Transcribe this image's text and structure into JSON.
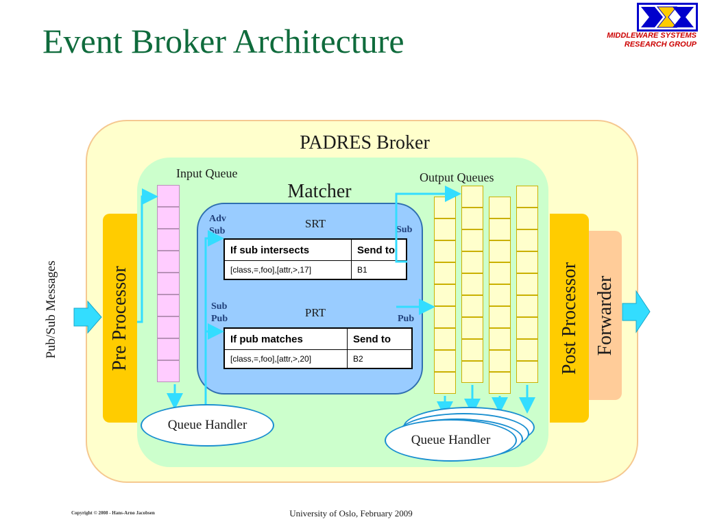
{
  "slide": {
    "title": "Event Broker Architecture",
    "logo": {
      "line1": "MIDDLEWARE SYSTEMS",
      "line2": "RESEARCH GROUP",
      "mark": "MSRG"
    },
    "footer_left": "Copyright © 2008 - Hans-Arno Jacobsen",
    "footer_center": "University of Oslo, February 2009"
  },
  "diagram": {
    "broker_label": "PADRES Broker",
    "input_queue": "Input Queue",
    "output_queues": "Output Queues",
    "matcher": "Matcher",
    "srt": "SRT",
    "prt": "PRT",
    "adv_sub": [
      "Adv",
      "Sub"
    ],
    "sub_pub": [
      "Sub",
      "Pub"
    ],
    "sub_out": "Sub",
    "pub_out": "Pub",
    "pre_processor": "Pre Processor",
    "post_processor": "Post Processor",
    "forwarder": "Forwarder",
    "pubsub_messages": "Pub/Sub Messages",
    "queue_handler_in": "Queue Handler",
    "queue_handler_out": "Queue Handler",
    "srt_table": {
      "headers": [
        "If sub intersects",
        "Send to"
      ],
      "row": [
        "[class,=,foo],[attr,>,17]",
        "B1"
      ]
    },
    "prt_table": {
      "headers": [
        "If pub matches",
        "Send to"
      ],
      "row": [
        "[class,=,foo],[attr,>,20]",
        "B2"
      ]
    },
    "colors": {
      "title": "#0f6b3c",
      "arrow": "#33ddff",
      "processor": "#ffcc00",
      "forwarder": "#ffcc99",
      "matcher": "#99ccff",
      "input_queue": "#ffccff",
      "output_queue": "#ffffcc"
    }
  }
}
